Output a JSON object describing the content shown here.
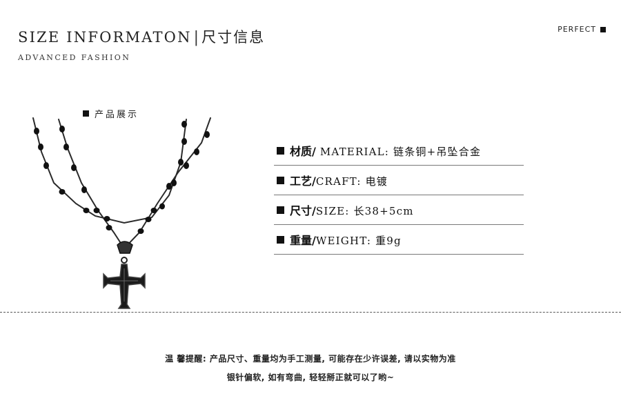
{
  "header": {
    "title_en": "SIZE INFORMATON",
    "title_sep": "|",
    "title_zh": "尺寸信息",
    "subtitle": "ADVANCED FASHION",
    "badge": "PERFECT"
  },
  "product": {
    "section_label": "产品展示"
  },
  "specs": [
    {
      "label": "材质/",
      "value": " MATERIAL: 链条铜+吊坠合金"
    },
    {
      "label": "工艺/",
      "value": "CRAFT: 电镀"
    },
    {
      "label": "尺寸/",
      "value": "SIZE: 长38+5cm"
    },
    {
      "label": "重量/",
      "value": "WEIGHT: 重9g"
    }
  ],
  "notice": {
    "line1": "温 馨提醒: 产品尺寸、重量均为手工测量, 可能存在少许误差, 请以实物为准",
    "line2": "银针偏软, 如有弯曲, 轻轻掰正就可以了哟~"
  },
  "colors": {
    "text": "#111111",
    "divider": "#777777",
    "dashed": "#555555",
    "background": "#ffffff"
  },
  "icons": [
    "square-bullet-icon",
    "necklace-cross-image"
  ]
}
